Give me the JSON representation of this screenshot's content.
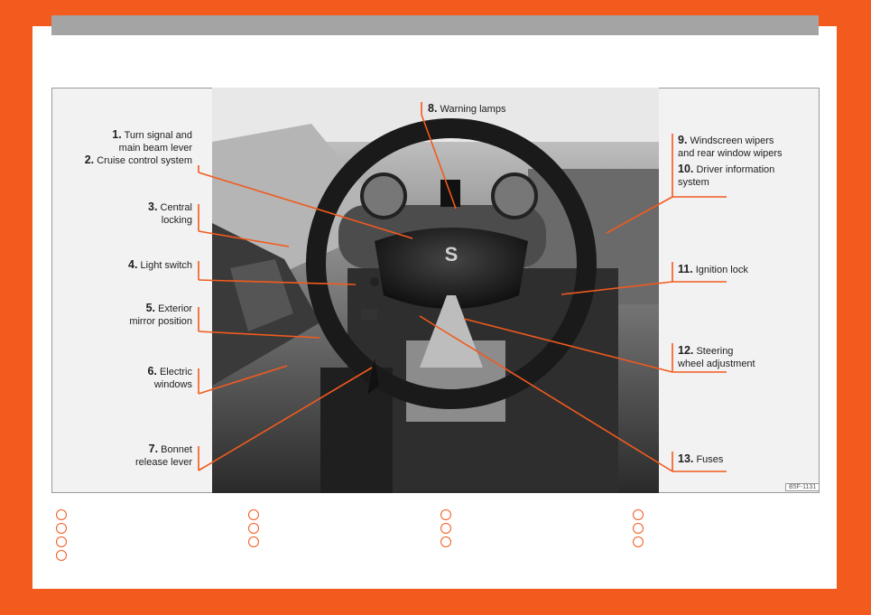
{
  "figure_code": "B5F-1131",
  "callouts": [
    {
      "num": "1.",
      "lines": [
        "Turn signal and",
        "main beam lever"
      ]
    },
    {
      "num": "2.",
      "lines": [
        "Cruise control system"
      ]
    },
    {
      "num": "3.",
      "lines": [
        "Central",
        "locking"
      ]
    },
    {
      "num": "4.",
      "lines": [
        "Light switch"
      ]
    },
    {
      "num": "5.",
      "lines": [
        "Exterior",
        "mirror position"
      ]
    },
    {
      "num": "6.",
      "lines": [
        "Electric",
        "windows"
      ]
    },
    {
      "num": "7.",
      "lines": [
        "Bonnet",
        "release lever"
      ]
    },
    {
      "num": "8.",
      "lines": [
        "Warning lamps"
      ]
    },
    {
      "num": "9.",
      "lines": [
        "Windscreen wipers",
        "and rear window wipers"
      ]
    },
    {
      "num": "10.",
      "lines": [
        "Driver information",
        "system"
      ]
    },
    {
      "num": "11.",
      "lines": [
        "Ignition lock"
      ]
    },
    {
      "num": "12.",
      "lines": [
        "Steering",
        "wheel adjustment"
      ]
    },
    {
      "num": "13.",
      "lines": [
        "Fuses"
      ]
    }
  ],
  "colors": {
    "accent": "#f25a1e",
    "frame": "#a4a4a4"
  }
}
